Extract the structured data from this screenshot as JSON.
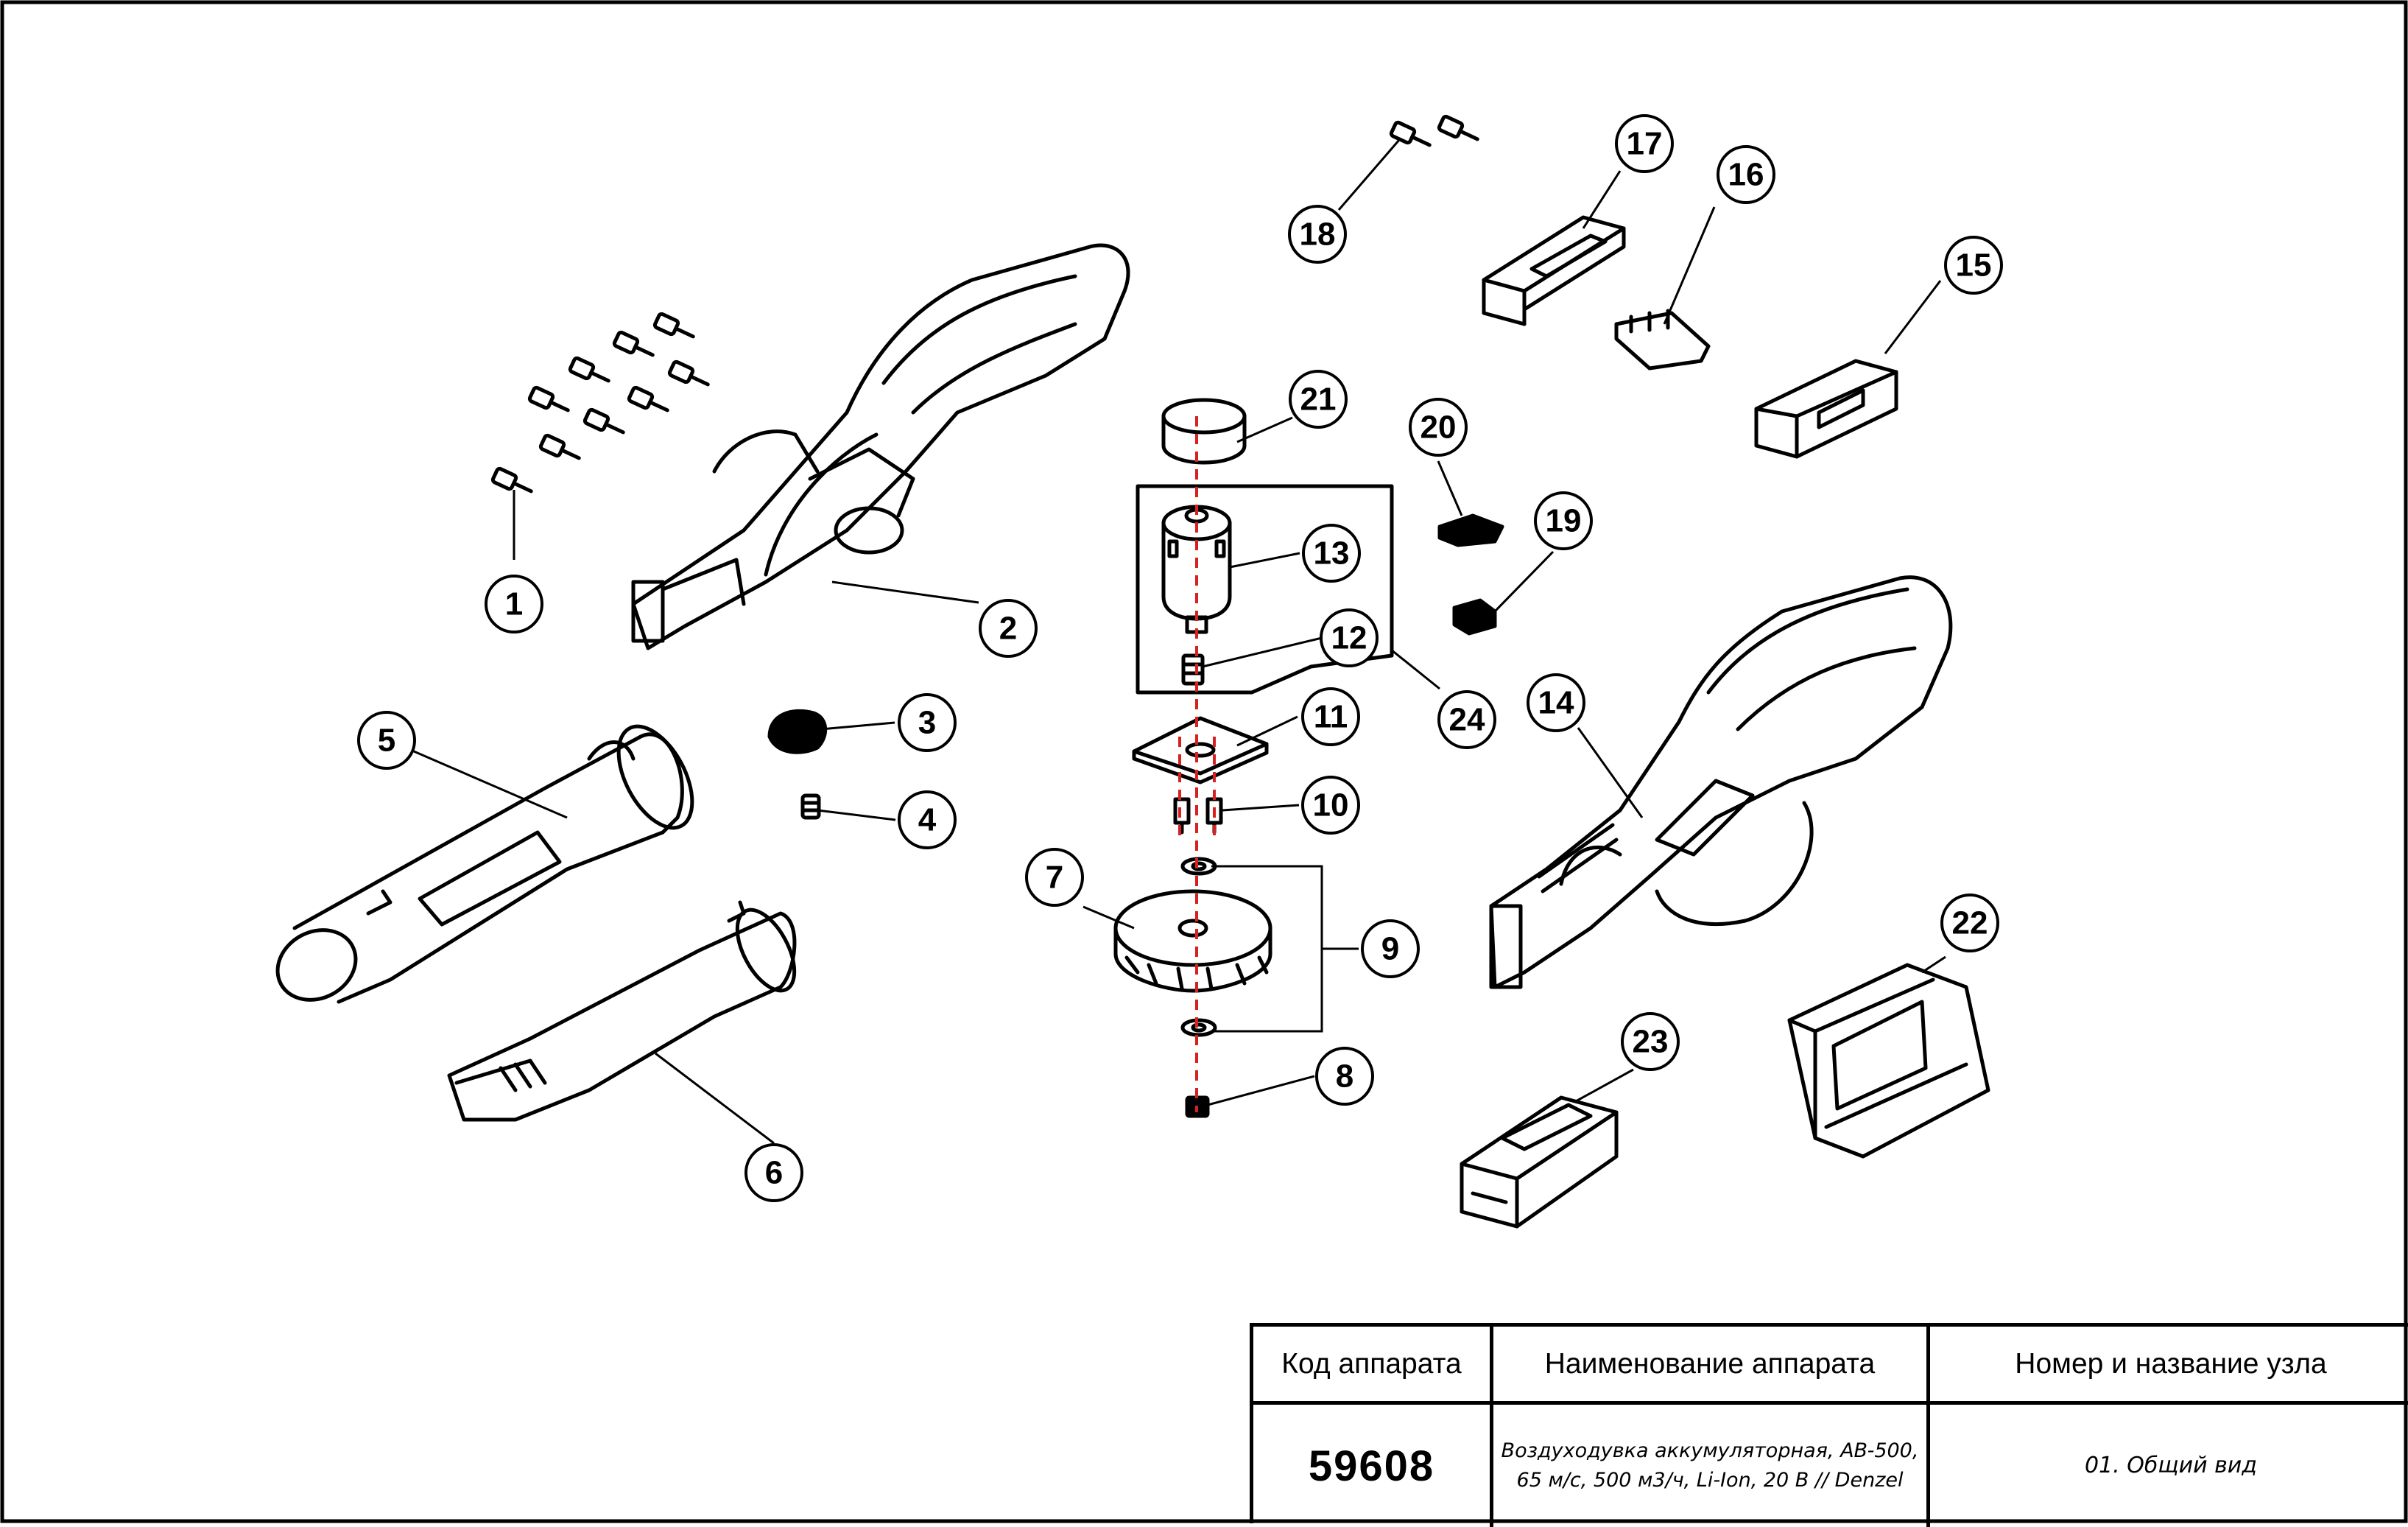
{
  "parts": [
    {
      "num": "1"
    },
    {
      "num": "2"
    },
    {
      "num": "3"
    },
    {
      "num": "4"
    },
    {
      "num": "5"
    },
    {
      "num": "6"
    },
    {
      "num": "7"
    },
    {
      "num": "8"
    },
    {
      "num": "9"
    },
    {
      "num": "10"
    },
    {
      "num": "11"
    },
    {
      "num": "12"
    },
    {
      "num": "13"
    },
    {
      "num": "14"
    },
    {
      "num": "15"
    },
    {
      "num": "16"
    },
    {
      "num": "17"
    },
    {
      "num": "18"
    },
    {
      "num": "19"
    },
    {
      "num": "20"
    },
    {
      "num": "21"
    },
    {
      "num": "22"
    },
    {
      "num": "23"
    },
    {
      "num": "24"
    }
  ],
  "title_block": {
    "col_code_header": "Код аппарата",
    "col_name_header": "Наименование аппарата",
    "col_unit_header": "Номер и название узла",
    "code": "59608",
    "name_line1": "Воздуходувка аккумуляторная, AB-500,",
    "name_line2": "65 м/с, 500 м3/ч, Li-Ion, 20 В // Denzel",
    "unit": "01. Общий вид"
  },
  "colors": {
    "line": "#000000",
    "assembly_axis": "#d92020",
    "background": "#ffffff"
  }
}
